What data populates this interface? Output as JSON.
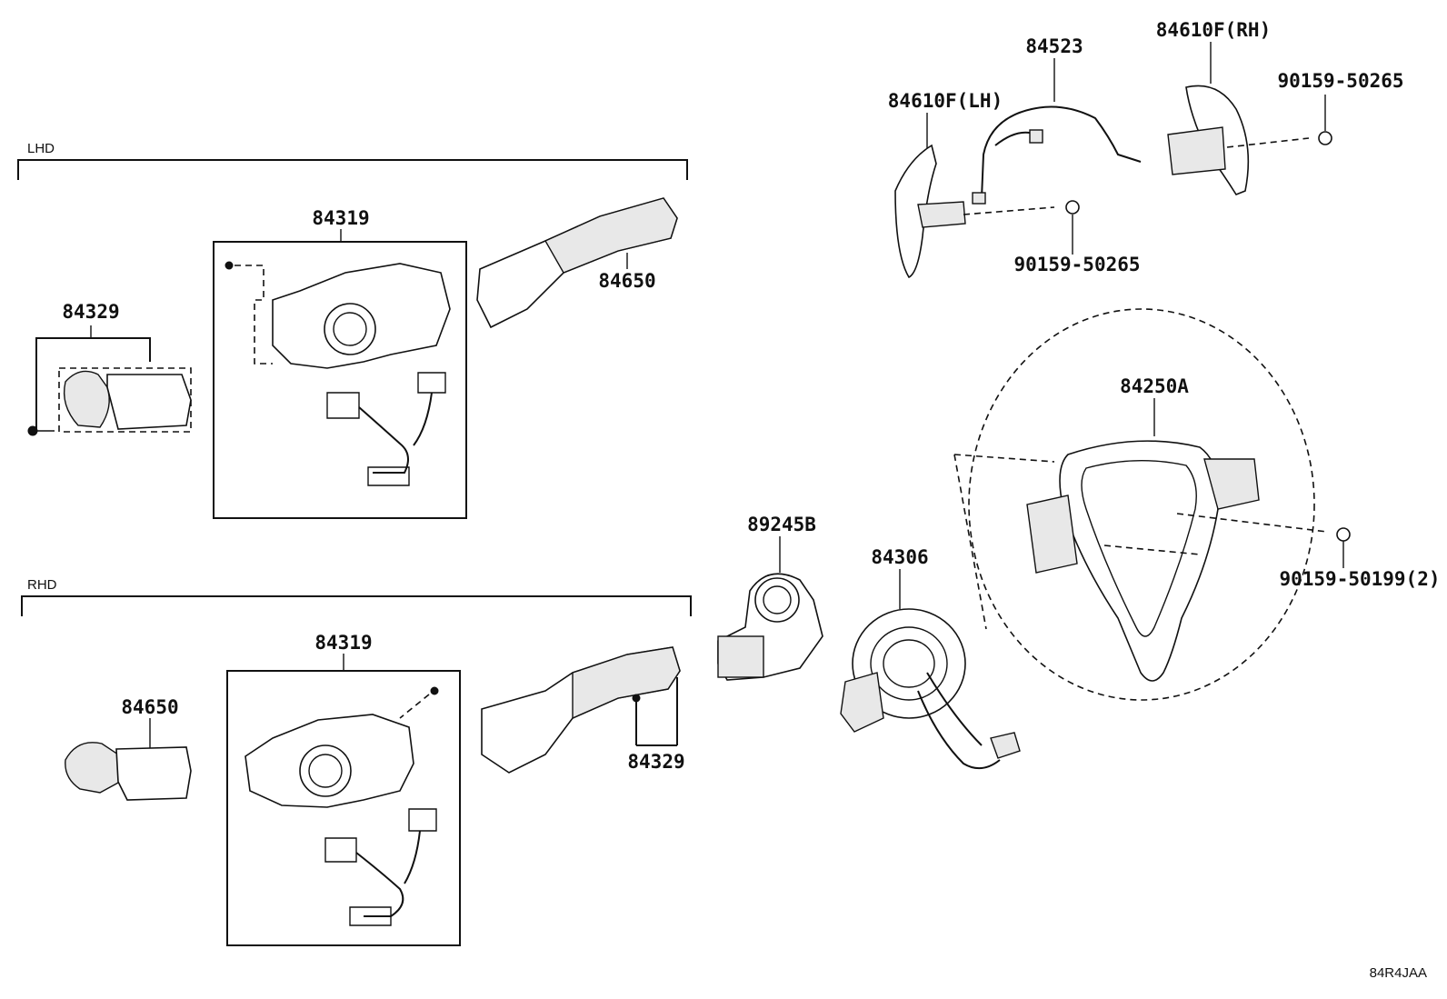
{
  "sections": {
    "lhd": "LHD",
    "rhd": "RHD"
  },
  "labels": {
    "lhd_84329": "84329",
    "lhd_84319": "84319",
    "lhd_84650": "84650",
    "rhd_84650": "84650",
    "rhd_84319": "84319",
    "rhd_84329": "84329",
    "p89245b": "89245B",
    "p84306": "84306",
    "p84250a": "84250A",
    "bolt_90159_50199": "90159-50199(2)",
    "p84610f_lh": "84610F(LH)",
    "p84523": "84523",
    "p84610f_rh": "84610F(RH)",
    "bolt_90159_50265_top": "90159-50265",
    "bolt_90159_50265_bottom": "90159-50265"
  },
  "figure_code": "84R4JAA"
}
